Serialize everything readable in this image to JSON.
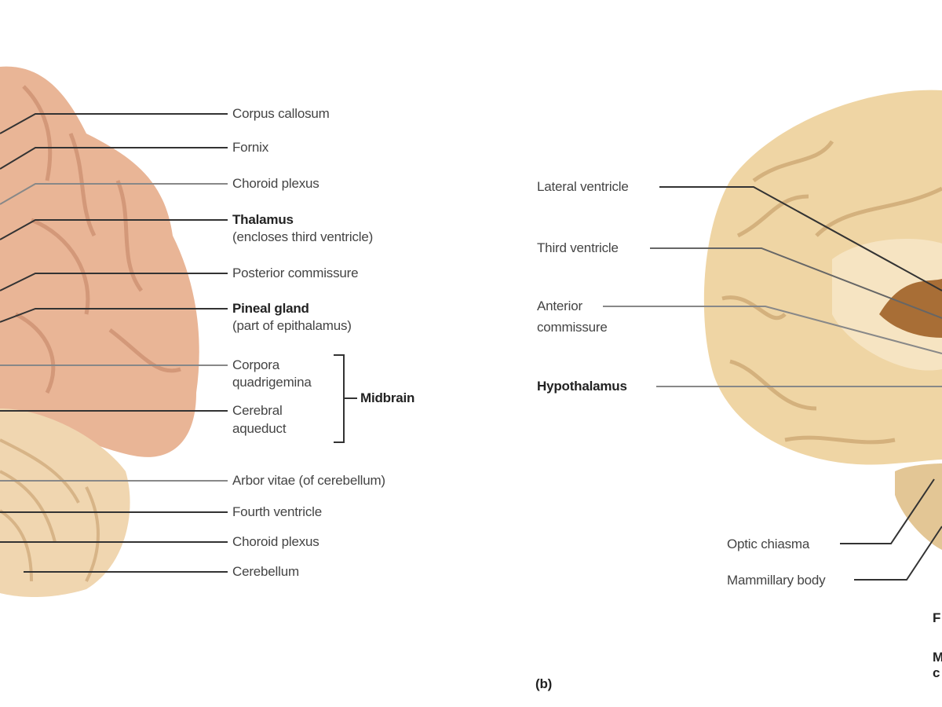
{
  "left_panel": {
    "labels": {
      "corpus_callosum": "Corpus callosum",
      "fornix": "Fornix",
      "choroid_plexus_1": "Choroid plexus",
      "thalamus": "Thalamus",
      "thalamus_note": "(encloses third ventricle)",
      "posterior_commissure": "Posterior commissure",
      "pineal_gland": "Pineal gland",
      "pineal_note": "(part of epithalamus)",
      "corpora_quadrigemina_1": "Corpora",
      "corpora_quadrigemina_2": "quadrigemina",
      "cerebral_aqueduct_1": "Cerebral",
      "cerebral_aqueduct_2": "aqueduct",
      "midbrain": "Midbrain",
      "arbor_vitae": "Arbor vitae (of cerebellum)",
      "fourth_ventricle": "Fourth ventricle",
      "choroid_plexus_2": "Choroid plexus",
      "cerebellum": "Cerebellum"
    }
  },
  "right_panel": {
    "panel_label": "(b)",
    "labels": {
      "lateral_ventricle": "Lateral ventricle",
      "third_ventricle": "Third ventricle",
      "anterior_commissure_1": "Anterior",
      "anterior_commissure_2": "commissure",
      "hypothalamus": "Hypothalamus",
      "optic_chiasma": "Optic chiasma",
      "mammillary_body": "Mammillary body",
      "cut_label_1": "F",
      "cut_label_2": "M",
      "cut_label_3": "c"
    }
  },
  "colors": {
    "brain_pink": "#e9b596",
    "cerebellum_tan": "#f0d6b0",
    "brain_tan": "#efd5a4"
  }
}
